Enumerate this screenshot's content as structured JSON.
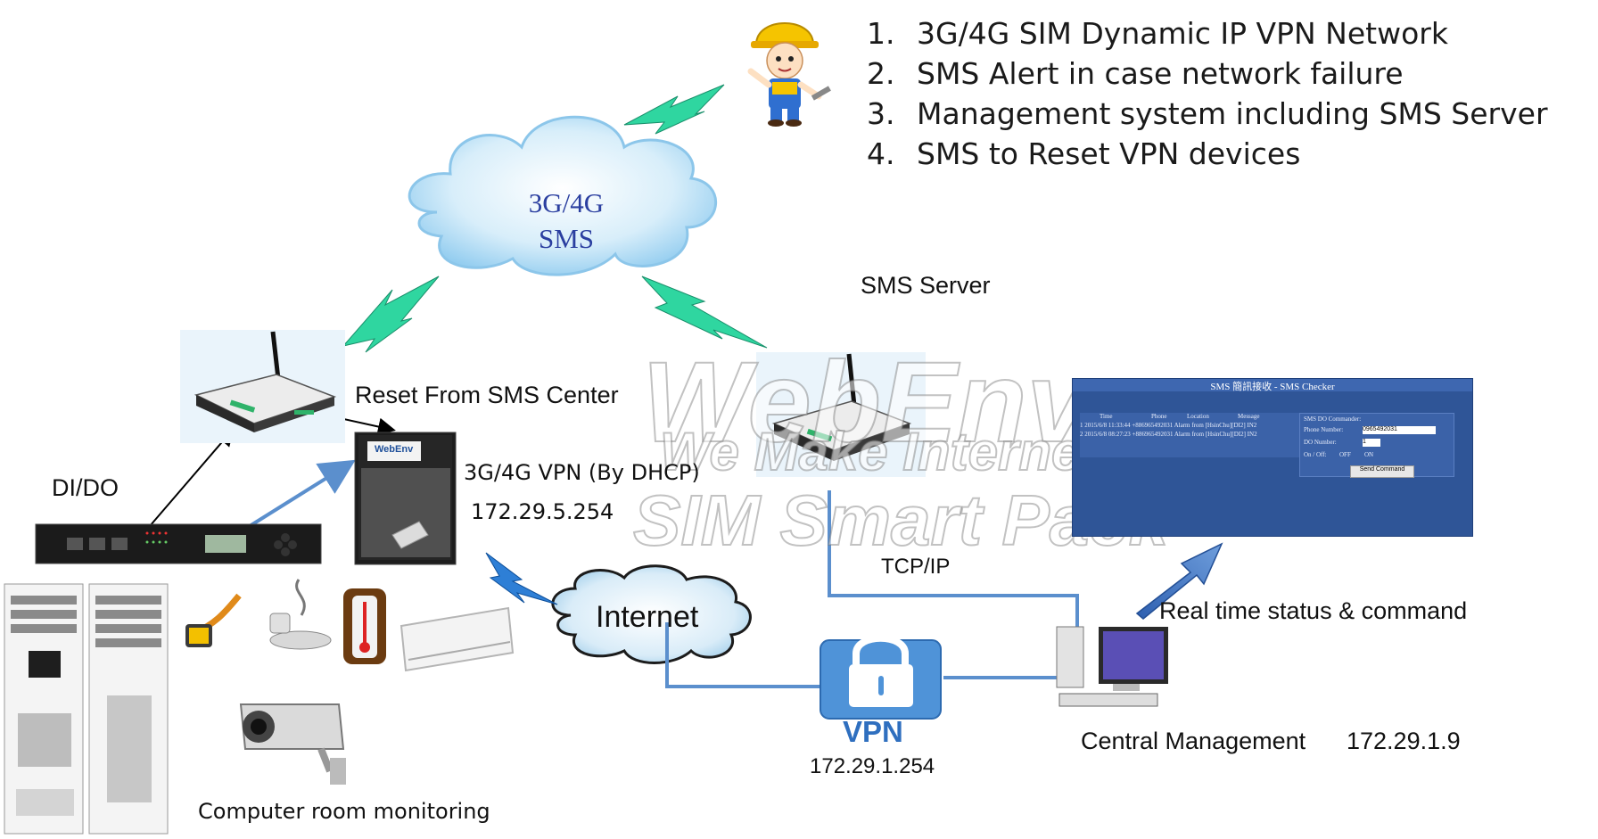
{
  "features": [
    {
      "num": "1.",
      "text": "3G/4G SIM Dynamic IP VPN Network"
    },
    {
      "num": "2.",
      "text": "SMS Alert in case network failure"
    },
    {
      "num": "3.",
      "text": "Management system including SMS Server"
    },
    {
      "num": "4.",
      "text": "SMS to Reset VPN devices"
    }
  ],
  "cloud_sms": {
    "line1": "3G/4G",
    "line2": "SMS"
  },
  "cloud_internet": "Internet",
  "labels": {
    "sms_server": "SMS Server",
    "reset_from_sms": "Reset From SMS Center",
    "didio": "DI/DO",
    "vpn_dhcp": "3G/4G VPN (By DHCP)",
    "vpn_ip": "172.29.5.254",
    "tcpip": "TCP/IP",
    "realtime": "Real time status & command",
    "vpn_badge": "VPN",
    "vpn_gateway_ip": "172.29.1.254",
    "central_mgmt": "Central Management",
    "central_ip": "172.29.1.9",
    "computer_room": "Computer room monitoring"
  },
  "watermark": {
    "line1": "WebEnv",
    "line2": "We Make Internet Devices",
    "line3": "SIM Smart Pack"
  },
  "sms_checker": {
    "title": "SMS 簡訊接收 - SMS Checker",
    "col_time": "Time",
    "col_phone": "Phone",
    "col_location": "Location",
    "col_message": "Message",
    "row1": "1  2015/6/8 11:33:44  +886965492031   Alarm from [HsinChu][DI2] IN2",
    "row2": "2  2015/6/8 08:27:23  +886965492031   Alarm from [HsinChu][DI2] IN2",
    "panel_title": "SMS DO Commander:",
    "phone_label": "Phone Number:",
    "phone_value": "0965492031",
    "do_label": "DO Number:",
    "do_value": "1",
    "onoff_label": "On / Off:",
    "off": "OFF",
    "on": "ON",
    "send_button": "Send Command"
  },
  "brand_label": "WebEnv",
  "colors": {
    "line_blue": "#5b8fcd",
    "bolt_green": "#2fd6a0",
    "bolt_blue": "#2e7fd6",
    "cloud_blue": "#bfe3f7",
    "vpn_blue": "#4f93d8",
    "sms_panel": "#2f5597"
  }
}
